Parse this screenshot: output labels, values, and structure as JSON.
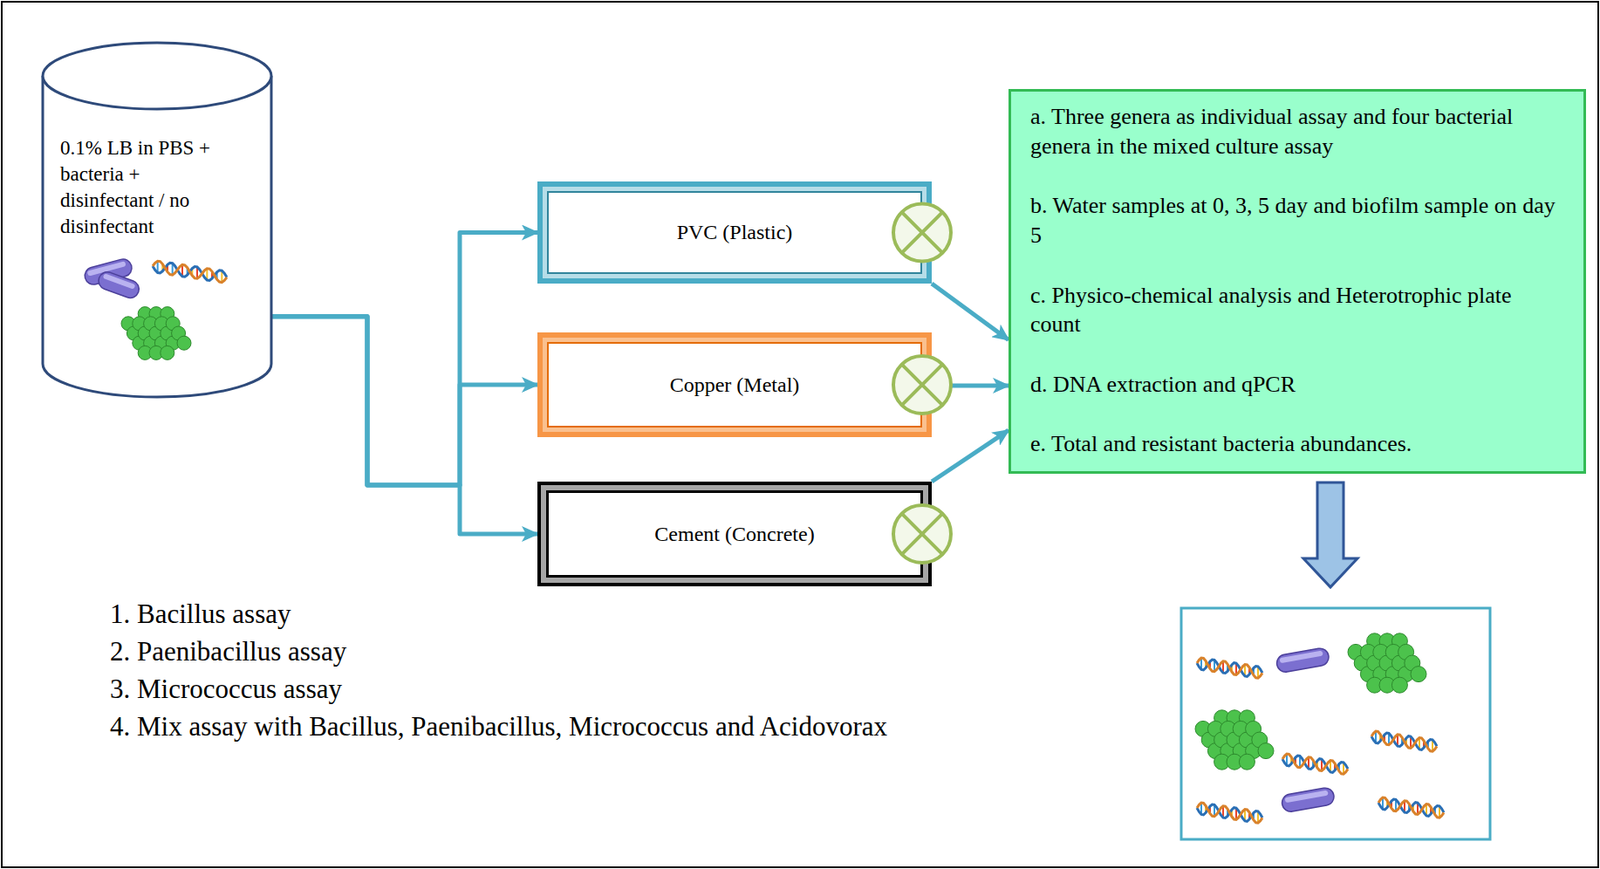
{
  "diagram": {
    "nodes": [
      {
        "text": [
          "0.1% LB in PBS + bacteria + disinfectant / no disinfectant"
        ]
      },
      {
        "text": [
          "PVC (Plastic)"
        ]
      },
      {
        "text": [
          "Copper (Metal)"
        ]
      },
      {
        "text": [
          "Cement (Concrete)"
        ]
      },
      {
        "text": [
          "a. Three genera as individual assay and four bacterial genera in the mixed culture assay",
          "b. Water samples at 0, 3, 5 day and biofilm sample on day 5",
          "c. Physico-chemical analysis and Heterotrophic plate count",
          "d. DNA extraction and qPCR",
          "e. Total and resistant bacteria abundances."
        ]
      }
    ],
    "edges": [
      {
        "from": 0,
        "to": 1,
        "arrow": "to"
      },
      {
        "from": 0,
        "to": 2,
        "arrow": "to"
      },
      {
        "from": 0,
        "to": 3,
        "arrow": "to"
      },
      {
        "from": 1,
        "to": 4,
        "arrow": "to"
      },
      {
        "from": 2,
        "to": 4,
        "arrow": "to"
      },
      {
        "from": 3,
        "to": 4,
        "arrow": "to"
      }
    ],
    "labels": [
      "1. Bacillus assay",
      "2. Paenibacillus assay",
      "3. Micrococcus assay",
      "4. Mix assay with Bacillus, Paenibacillus, Micrococcus and Acidovorax"
    ]
  }
}
